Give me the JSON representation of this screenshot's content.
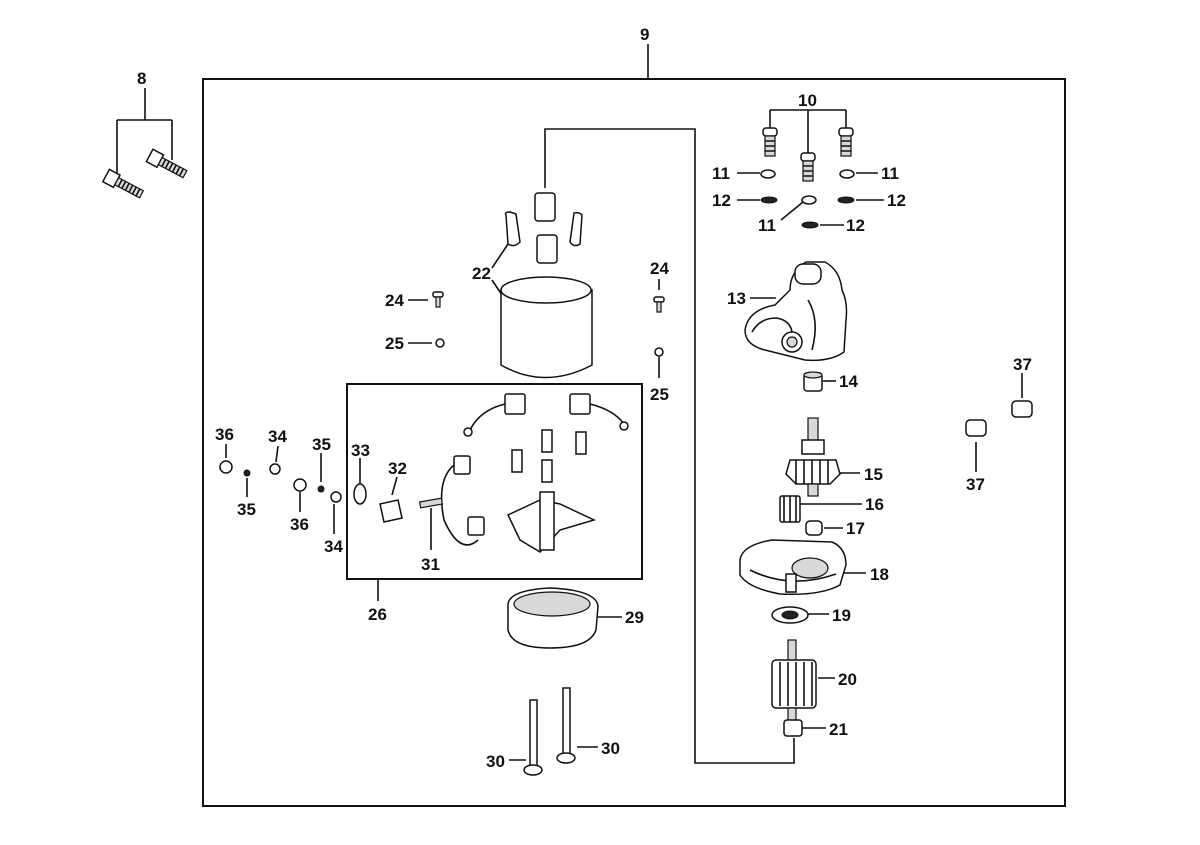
{
  "diagram": {
    "callouts": [
      {
        "id": "c8",
        "text": "8"
      },
      {
        "id": "c9",
        "text": "9"
      },
      {
        "id": "c10",
        "text": "10"
      },
      {
        "id": "c11a",
        "text": "11"
      },
      {
        "id": "c11b",
        "text": "11"
      },
      {
        "id": "c11c",
        "text": "11"
      },
      {
        "id": "c12a",
        "text": "12"
      },
      {
        "id": "c12b",
        "text": "12"
      },
      {
        "id": "c12c",
        "text": "12"
      },
      {
        "id": "c13",
        "text": "13"
      },
      {
        "id": "c14",
        "text": "14"
      },
      {
        "id": "c15",
        "text": "15"
      },
      {
        "id": "c16",
        "text": "16"
      },
      {
        "id": "c17",
        "text": "17"
      },
      {
        "id": "c18",
        "text": "18"
      },
      {
        "id": "c19",
        "text": "19"
      },
      {
        "id": "c20",
        "text": "20"
      },
      {
        "id": "c21",
        "text": "21"
      },
      {
        "id": "c22",
        "text": "22"
      },
      {
        "id": "c24a",
        "text": "24"
      },
      {
        "id": "c24b",
        "text": "24"
      },
      {
        "id": "c25a",
        "text": "25"
      },
      {
        "id": "c25b",
        "text": "25"
      },
      {
        "id": "c26",
        "text": "26"
      },
      {
        "id": "c29",
        "text": "29"
      },
      {
        "id": "c30a",
        "text": "30"
      },
      {
        "id": "c30b",
        "text": "30"
      },
      {
        "id": "c31",
        "text": "31"
      },
      {
        "id": "c32",
        "text": "32"
      },
      {
        "id": "c33",
        "text": "33"
      },
      {
        "id": "c34a",
        "text": "34"
      },
      {
        "id": "c34b",
        "text": "34"
      },
      {
        "id": "c35a",
        "text": "35"
      },
      {
        "id": "c35b",
        "text": "35"
      },
      {
        "id": "c36a",
        "text": "36"
      },
      {
        "id": "c36b",
        "text": "36"
      },
      {
        "id": "c37a",
        "text": "37"
      },
      {
        "id": "c37b",
        "text": "37"
      }
    ]
  }
}
